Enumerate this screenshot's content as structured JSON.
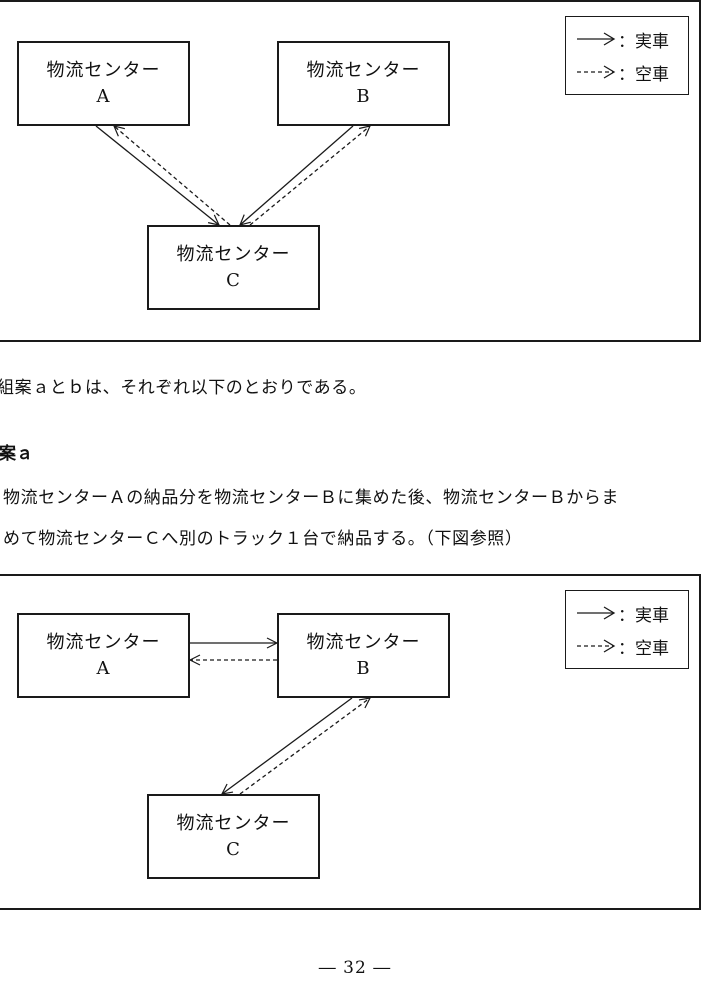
{
  "diagram_current": {
    "nodes": {
      "a": {
        "name": "物流センター",
        "letter": "A"
      },
      "b": {
        "name": "物流センター",
        "letter": "B"
      },
      "c": {
        "name": "物流センター",
        "letter": "C"
      }
    },
    "legend": {
      "solid_label": "：実車",
      "dashed_label": "：空車"
    }
  },
  "text": {
    "intro": "組案ａとｂは、それぞれ以下のとおりである。",
    "heading": "案ａ",
    "line1": "物流センターＡの納品分を物流センターＢに集めた後、物流センターＢからま",
    "line2": "めて物流センターＣへ別のトラック１台で納品する。（下図参照）"
  },
  "diagram_plan_a": {
    "nodes": {
      "a": {
        "name": "物流センター",
        "letter": "A"
      },
      "b": {
        "name": "物流センター",
        "letter": "B"
      },
      "c": {
        "name": "物流センター",
        "letter": "C"
      }
    },
    "legend": {
      "solid_label": "：実車",
      "dashed_label": "：空車"
    }
  },
  "footer": {
    "page_number": "― 32 ―"
  }
}
